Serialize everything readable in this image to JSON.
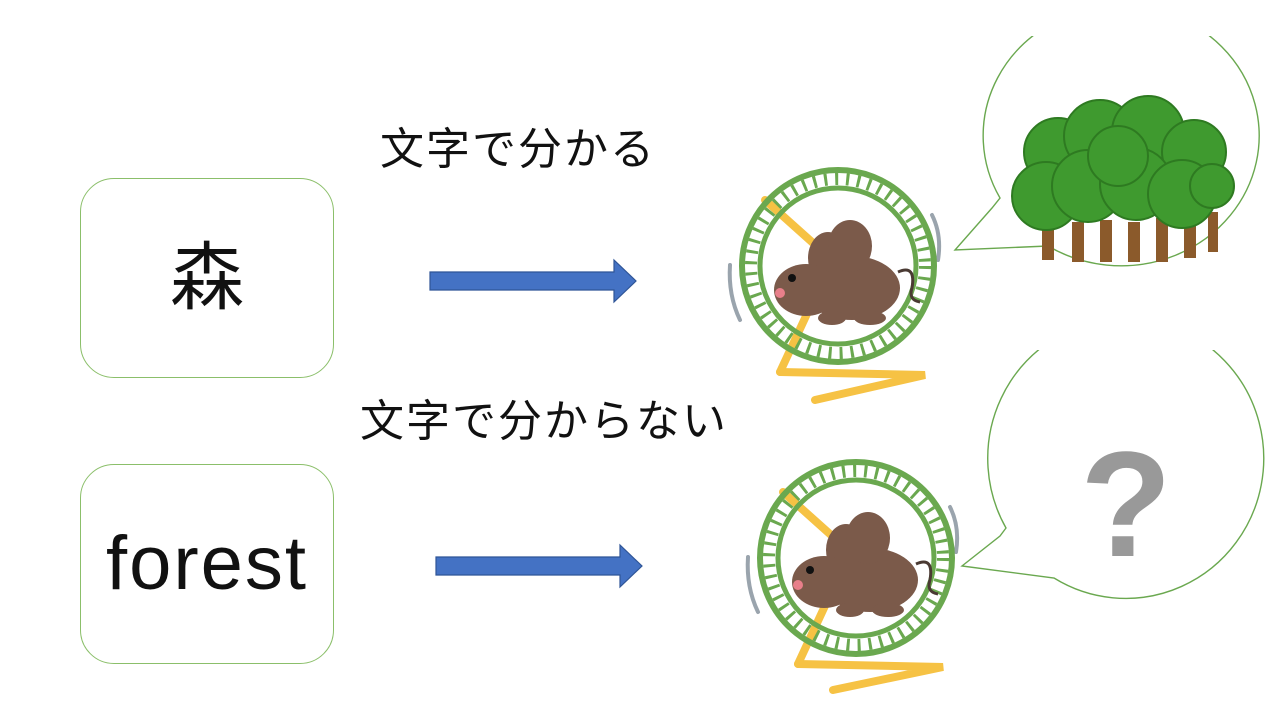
{
  "top_row": {
    "caption": "文字で分かる",
    "word": "森",
    "thought": "forest-trees-illustration"
  },
  "bottom_row": {
    "caption": "文字で分からない",
    "word": "forest",
    "thought": "?"
  },
  "icons": {
    "arrow": "right-arrow-icon",
    "hamster": "hamster-wheel-icon",
    "trees": "forest-icon",
    "question": "question-mark-icon"
  },
  "colors": {
    "box_border": "#8bbf6a",
    "arrow_fill": "#4472c4",
    "wheel_green": "#6aa84f",
    "stand_yellow": "#f6c244",
    "mouse_brown": "#7b5a4a",
    "tree_green": "#3f9a2f",
    "trunk_brown": "#8b5a2b",
    "question_gray": "#999999"
  }
}
